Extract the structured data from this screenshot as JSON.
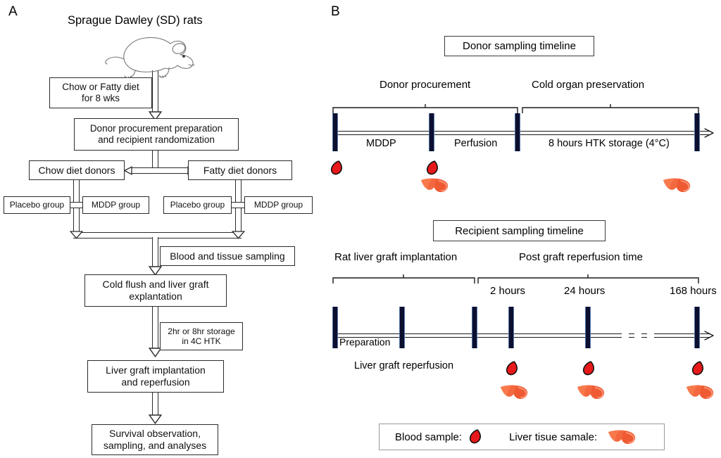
{
  "figure": {
    "panel_a_letter": "A",
    "panel_b_letter": "B"
  },
  "panel_a": {
    "title": "Sprague Dawley (SD) rats",
    "rat_icon": "rat-illustration",
    "boxes": {
      "diet": "Chow or Fatty diet\nfor 8 wks",
      "diet_line1": "Chow or Fatty diet",
      "diet_line2": "for 8 wks",
      "donor_prep_line1": "Donor procurement preparation",
      "donor_prep_line2": "and recipient randomization",
      "chow_donors": "Chow diet donors",
      "fatty_donors": "Fatty diet donors",
      "chow_placebo": "Placebo group",
      "chow_mddp": "MDDP group",
      "fatty_placebo": "Placebo group",
      "fatty_mddp": "MDDP group",
      "blood_tissue_sampling": "Blood and tissue sampling",
      "cold_flush_line1": "Cold flush and liver graft",
      "cold_flush_line2": "explantation",
      "storage_line1": "2hr or 8hr storage",
      "storage_line2": "in 4C HTK",
      "implantation_line1": "Liver graft implantation",
      "implantation_line2": "and reperfusion",
      "survival_line1": "Survival observation,",
      "survival_line2": "sampling, and analyses"
    }
  },
  "panel_b": {
    "donor_timeline": {
      "title": "Donor sampling timeline",
      "phases": [
        {
          "label": "Donor procurement"
        },
        {
          "label": "Cold organ preservation"
        }
      ],
      "interval_labels": [
        "MDDP",
        "Perfusion",
        "8 hours HTK storage (4°C)"
      ],
      "samples": [
        {
          "at": "start",
          "blood": true,
          "liver": false
        },
        {
          "at": "post-MDDP",
          "blood": true,
          "liver": true
        },
        {
          "at": "end-storage",
          "blood": false,
          "liver": true
        }
      ]
    },
    "recipient_timeline": {
      "title": "Recipient sampling timeline",
      "phases": [
        {
          "label": "Rat liver graft implantation"
        },
        {
          "label": "Post graft reperfusion time"
        }
      ],
      "interval_labels": [
        "Preparation",
        "Liver graft reperfusion"
      ],
      "timepoints": [
        "2 hours",
        "24 hours",
        "168 hours"
      ],
      "samples": [
        {
          "at": "2 hours",
          "blood": true,
          "liver": true
        },
        {
          "at": "24 hours",
          "blood": true,
          "liver": true
        },
        {
          "at": "168 hours",
          "blood": true,
          "liver": true
        }
      ]
    },
    "legend": {
      "blood_label": "Blood sample:",
      "liver_label": "Liver tisue samale:",
      "blood_icon": "blood-drop-icon",
      "liver_icon": "liver-tissue-icon"
    }
  },
  "colors": {
    "blood": "#e8191b",
    "blood_outline": "#111111",
    "liver": "#f4683f",
    "liver_dark": "#e4421f",
    "tick": "#0c0f2e",
    "tick_edge": "#5577aa",
    "line": "#2b2b2b"
  }
}
